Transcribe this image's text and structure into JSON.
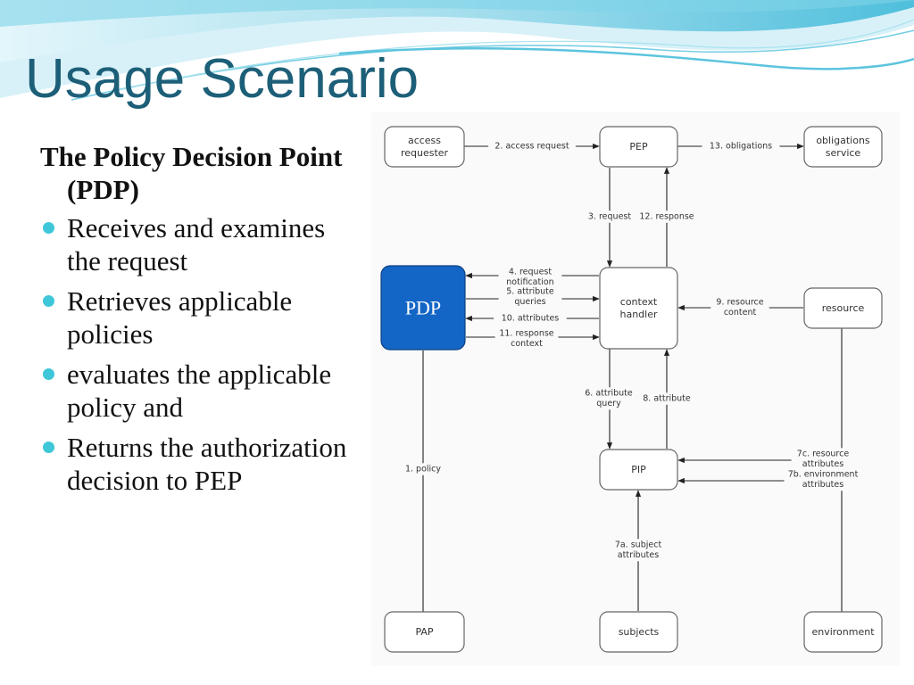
{
  "title": "Usage Scenario",
  "content": {
    "subheading": "The Policy Decision Point (PDP)",
    "bullets": [
      "Receives and examines the request",
      "Retrieves applicable policies",
      "evaluates the applicable policy and",
      "Returns the authorization decision to PEP"
    ]
  },
  "diagram": {
    "nodes": {
      "access_requester": [
        "access",
        "requester"
      ],
      "pep": [
        "PEP"
      ],
      "obligations_service": [
        "obligations",
        "service"
      ],
      "pdp": [
        "PDP"
      ],
      "context_handler": [
        "context",
        "handler"
      ],
      "resource": [
        "resource"
      ],
      "pip": [
        "PIP"
      ],
      "pap": [
        "PAP"
      ],
      "subjects": [
        "subjects"
      ],
      "environment": [
        "environment"
      ]
    },
    "edges": {
      "access_request": [
        "2. access request"
      ],
      "obligations": [
        "13. obligations"
      ],
      "request": [
        "3. request"
      ],
      "response": [
        "12. response"
      ],
      "request_notification": [
        "4. request",
        "notification"
      ],
      "attribute_queries": [
        "5. attribute",
        "queries"
      ],
      "attributes": [
        "10. attributes"
      ],
      "response_context": [
        "11. response",
        "context"
      ],
      "resource_content": [
        "9. resource",
        "content"
      ],
      "attribute_query": [
        "6. attribute",
        "query"
      ],
      "attribute": [
        "8. attribute"
      ],
      "resource_attributes": [
        "7c. resource",
        "attributes"
      ],
      "environment_attributes": [
        "7b. environment",
        "attributes"
      ],
      "subject_attributes": [
        "7a. subject",
        "attributes"
      ],
      "policy": [
        "1. policy"
      ]
    }
  },
  "colors": {
    "title": "#1d5f78",
    "bullet_dot": "#3fc7d9",
    "pdp_fill": "#1466c6",
    "pdp_stroke": "#0c3f82",
    "wave_light": "#c6edf6",
    "wave_dark": "#5cc4de"
  }
}
